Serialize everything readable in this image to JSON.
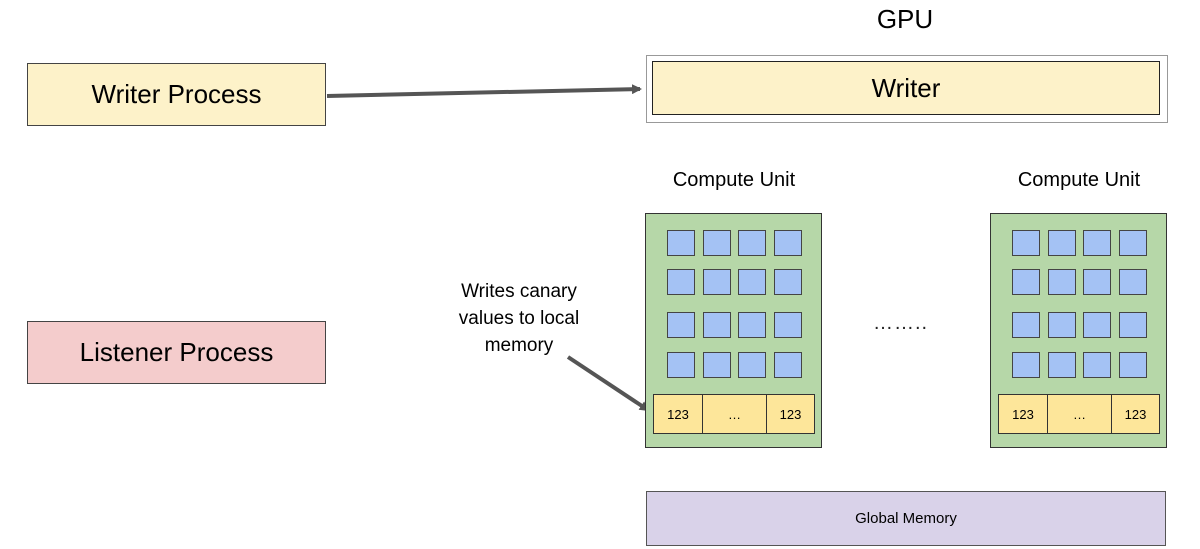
{
  "writer_process": {
    "label": "Writer Process"
  },
  "listener_process": {
    "label": "Listener Process"
  },
  "gpu": {
    "label": "GPU",
    "writer_label": "Writer",
    "compute_units": [
      {
        "label": "Compute Unit",
        "mem_cells": [
          "123",
          "…",
          "123"
        ]
      },
      {
        "label": "Compute Unit",
        "mem_cells": [
          "123",
          "…",
          "123"
        ]
      }
    ],
    "ellipsis": "……..",
    "global_memory": "Global Memory"
  },
  "annotation": {
    "lines": [
      "Writes canary",
      "values to local",
      "memory"
    ]
  },
  "colors": {
    "writer_fill": "#fdf2c9",
    "listener_fill": "#f4cccc",
    "compute_unit_fill": "#b6d7a8",
    "core_fill": "#a4c2f4",
    "local_memory_fill": "#fde69a",
    "global_memory_fill": "#d9d2e9",
    "arrow": "#555555"
  }
}
